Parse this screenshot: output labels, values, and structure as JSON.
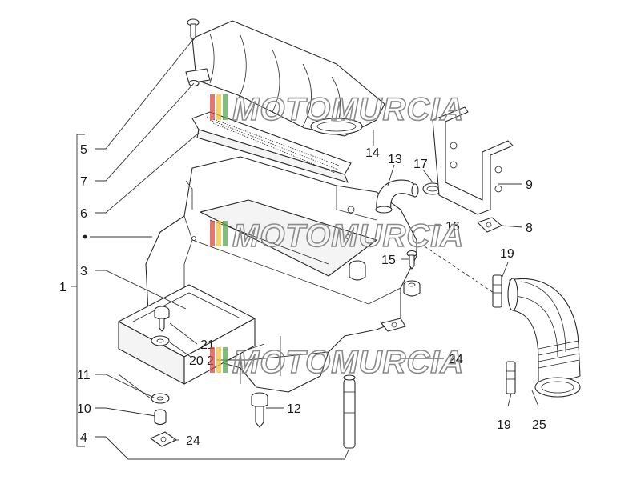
{
  "watermark": {
    "text": "MOTOMURCIA",
    "stripe_colors": [
      "#d84a3a",
      "#f0c23a",
      "#5aa654"
    ]
  },
  "callouts": [
    "1",
    "2",
    "3",
    "4",
    "5",
    "6",
    "7",
    "8",
    "9",
    "10",
    "11",
    "12",
    "13",
    "14",
    "15",
    "16",
    "17",
    "19",
    "20",
    "21",
    "24",
    "25"
  ],
  "labels": {
    "l5": "5",
    "l7": "7",
    "l6": "6",
    "l1": "1",
    "l3": "3",
    "l11": "11",
    "l10": "10",
    "l4": "4",
    "l24a": "24",
    "l21": "21",
    "l20": "20",
    "l2": "2",
    "l12": "12",
    "l14": "14",
    "l13": "13",
    "l17": "17",
    "l9": "9",
    "l16": "16",
    "l8": "8",
    "l15": "15",
    "l19a": "19",
    "l24b": "24",
    "l19b": "19",
    "l25": "25"
  }
}
